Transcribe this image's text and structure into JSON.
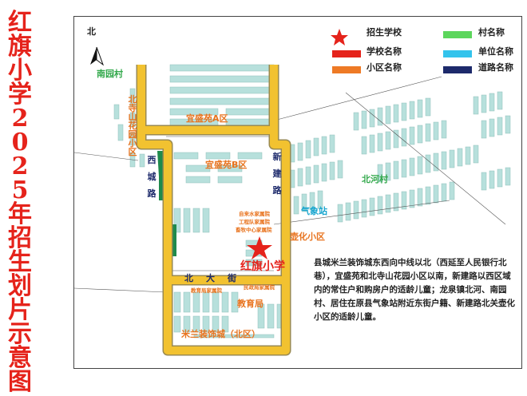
{
  "title": "红旗小学2025年招生划片示意图",
  "north_label": "北",
  "legend": {
    "school": "招生学校",
    "village": "村名称",
    "school_name": "学校名称",
    "unit": "单位名称",
    "community": "小区名称",
    "road": "道路名称"
  },
  "colors": {
    "road": "#f2c230",
    "school": "#e5231b",
    "village": "#5cd65c",
    "unit": "#33c3ec",
    "community": "#ee7a25",
    "road_name": "#1d2a6b",
    "park": "#1f8a4c",
    "building": "#b7e0dc"
  },
  "labels": {
    "nanyuan": "南园村",
    "beisishan": "北寺山花园小区",
    "yishengA": "宜盛苑A区",
    "yishengB": "宜盛苑B区",
    "beihe": "北河村",
    "qixiang": "气象站",
    "huhua": "壶化小区",
    "school_main": "红旗小学",
    "jiaoyuju": "教育局",
    "milan": "米兰装饰城（北区）",
    "xichenglu": "西城路",
    "xinjianlu": "新建路",
    "beidajie": "北大街",
    "small1": "自来水家属院",
    "small2": "工程队家属院",
    "small3": "畜牧中心家属院",
    "small4": "教育局家属院",
    "small5": "民政局家属院"
  },
  "note": "县城米兰装饰城东西向中线以北（西延至人民银行北巷），宜盛苑和北寺山花园小区以南，新建路以西区域内的常住户和购房户的适龄儿童；龙泉镇北河、南园村、居住在原县气象站附近东街户籍、新建路北关壶化小区的适龄儿童。"
}
